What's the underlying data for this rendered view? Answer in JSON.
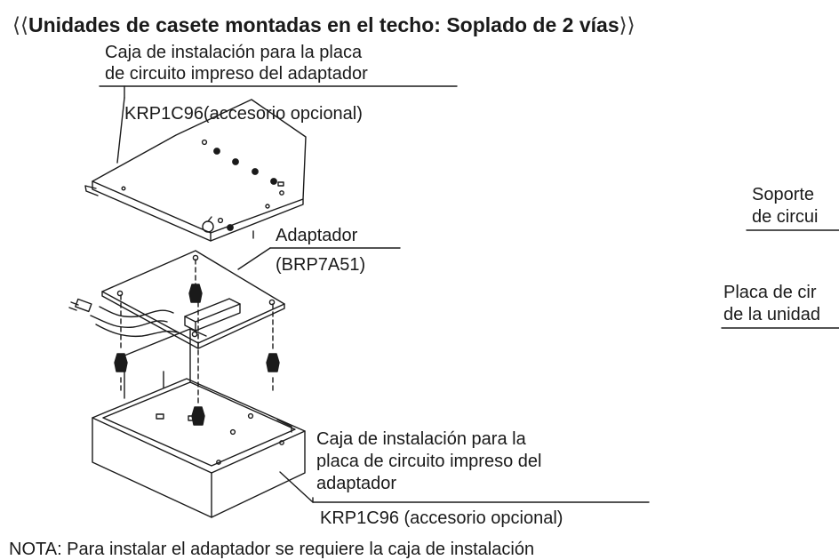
{
  "title": {
    "open": "⟨⟨",
    "text": "Unidades de casete montadas en el techo: Soplado de 2 vías",
    "close": "⟩⟩"
  },
  "labels": {
    "top_box_line1": "Caja de instalación para la placa",
    "top_box_line2": "de circuito impreso del adaptador",
    "top_box_model": "KRP1C96(accesorio opcional)",
    "adapter_name": "Adaptador",
    "adapter_model": "(BRP7A51)",
    "right_support_line1": "Soporte",
    "right_support_line2": "de circui",
    "right_board_line1": "Placa de cir",
    "right_board_line2": "de la unidad",
    "bottom_box_line1": "Caja de instalación para la",
    "bottom_box_line2": "placa de circuito impreso del",
    "bottom_box_line3": "adaptador",
    "bottom_box_model": "KRP1C96 (accesorio opcional)",
    "note": "NOTA: Para instalar el adaptador se requiere la caja de instalación"
  }
}
